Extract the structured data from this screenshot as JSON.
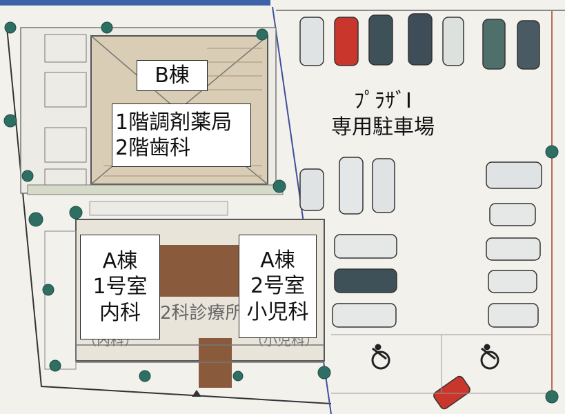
{
  "building_b": {
    "name": "B棟",
    "floor1": "1階調剤薬局",
    "floor2": "2階歯科"
  },
  "parking": {
    "line1": "ﾌﾟﾗｻﾞⅠ",
    "line2": "専用駐車場"
  },
  "building_a_room1": {
    "line1": "A棟",
    "line2": "1号室",
    "line3": "内科"
  },
  "building_a_room2": {
    "line1": "A棟",
    "line2": "2号室",
    "line3": "小児科"
  },
  "map_text": {
    "clinic_name": "2科診療所",
    "naika_sign": "（内科）",
    "shounika_sign": "（小児科）"
  },
  "colors": {
    "building_roof": "#8a5a3c",
    "tree": "#2f6f63",
    "background": "#f3f1ec"
  },
  "icons": [
    "wheelchair-icon",
    "tree-icon",
    "car-icon"
  ]
}
